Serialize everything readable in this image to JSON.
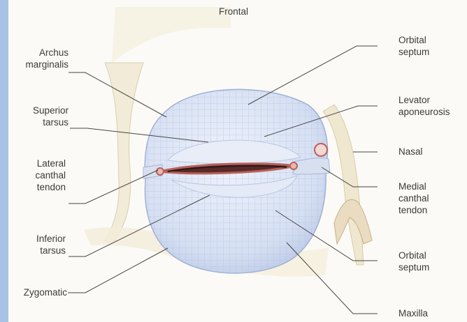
{
  "title": "Frontal",
  "labels": {
    "archus_marginalis": [
      "Archus",
      "marginalis"
    ],
    "superior_tarsus": [
      "Superior",
      "tarsus"
    ],
    "lateral_canthal_tendon": [
      "Lateral",
      "canthal",
      "tendon"
    ],
    "inferior_tarsus": [
      "Inferior",
      "tarsus"
    ],
    "zygomatic": [
      "Zygomatic"
    ],
    "orbital_septum_top": [
      "Orbital",
      "septum"
    ],
    "levator_aponeurosis": [
      "Levator",
      "aponeurosis"
    ],
    "nasal": [
      "Nasal"
    ],
    "medial_canthal_tendon": [
      "Medial",
      "canthal",
      "tendon"
    ],
    "orbital_septum_bottom": [
      "Orbital",
      "septum"
    ],
    "maxilla": [
      "Maxilla"
    ]
  },
  "colors": {
    "background": "#a9c3e6",
    "panel": "#fbfaf6",
    "septum": "#dfe7f6",
    "septum_edge": "#b9c7e3",
    "bone": "#f3ecd8",
    "lid_margin": "#b8615a",
    "leader": "#444444"
  }
}
